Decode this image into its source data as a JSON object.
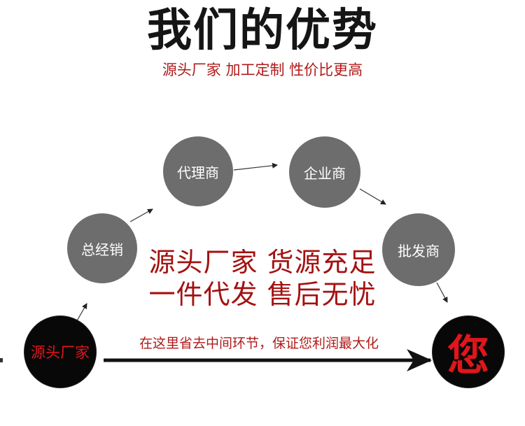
{
  "header": {
    "title": "我们的优势",
    "subtitle": "源头厂家 加工定制 性价比更高"
  },
  "nodes": {
    "source": "源头厂家",
    "distributor": "总经销",
    "agent": "代理商",
    "enterprise": "企业商",
    "wholesaler": "批发商",
    "you": "您"
  },
  "center_text": {
    "line1": "源头厂家 货源充足",
    "line2": "一件代发 售后无忧"
  },
  "slogan": "在这里省去中间环节，保证您利润最大化",
  "colors": {
    "accent_red": "#b01a1a",
    "node_gray": "#6d6d6d",
    "node_black": "#080808",
    "you_red": "#e0161b"
  }
}
